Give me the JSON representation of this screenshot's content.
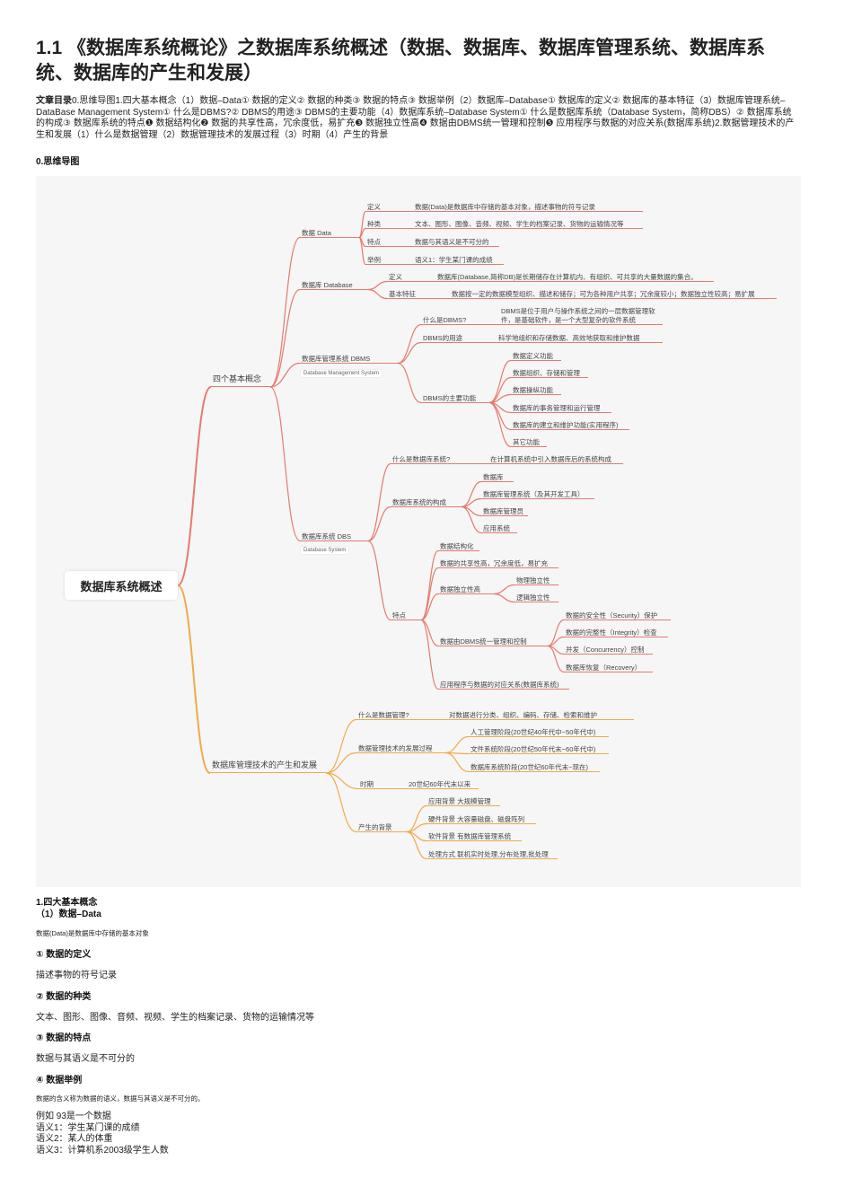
{
  "title": "1.1 《数据库系统概论》之数据库系统概述（数据、数据库、数据库管理系统、数据库系统、数据库的产生和发展）",
  "toc": {
    "label": "文章目录",
    "text": "0.思维导图1.四大基本概念（1）数据–Data① 数据的定义② 数据的种类③ 数据的特点③ 数据举例（2）数据库–Database① 数据库的定义② 数据库的基本特征（3）数据库管理系统–DataBase Management System① 什么是DBMS?② DBMS的用途③ DBMS的主要功能（4）数据库系统–Database System① 什么是数据库系统（Database System，简称DBS）② 数据库系统的构成③ 数据库系统的特点❶ 数据结构化❷ 数据的共享性高，冗余度低，易扩充❸ 数据独立性高❹ 数据由DBMS统一管理和控制❺ 应用程序与数据的对应关系(数据库系统)2.数据管理技术的产生和发展（1）什么是数据管理（2）数据管理技术的发展过程（3）时期（4）产生的背景"
  },
  "section0": "0.思维导图",
  "mindmap": {
    "root": "数据库系统概述",
    "subs": {
      "dbms": "Database Management System",
      "dbs": "Database System"
    },
    "nodes": [
      {
        "label": ""
      },
      {
        "label": "四个基本概念"
      },
      {
        "label": "数据 Data"
      },
      {
        "label": "定义"
      },
      {
        "label": "数据(Data)是数据库中存储的基本对象，描述事物的符号记录"
      },
      {
        "label": "种类"
      },
      {
        "label": "文本、图形、图像、音频、视频、学生的档案记录、货物的运输情况等"
      },
      {
        "label": "特点"
      },
      {
        "label": "数据与其语义是不可分的"
      },
      {
        "label": "举例"
      },
      {
        "label": "语义1：学生某门课的成绩"
      },
      {
        "label": "数据库 Database"
      },
      {
        "label": "定义"
      },
      {
        "label": "数据库(Database,简称DB)是长期储存在计算机内、有组织、可共享的大量数据的集合。"
      },
      {
        "label": "基本特征"
      },
      {
        "label": "数据按一定的数据模型组织、描述和储存；可为各种用户共享；冗余度较小；数据独立性较高；易扩展"
      },
      {
        "label": "数据库管理系统 DBMS"
      },
      {
        "label": "什么是DBMS?"
      },
      {
        "label": "DBMS是位于用户与操作系统之间的一层数据管理软件，是基础软件，是一个大型复杂的软件系统"
      },
      {
        "label": "DBMS的用途"
      },
      {
        "label": "科学地组织和存储数据、高效地获取和维护数据"
      },
      {
        "label": "DBMS的主要功能"
      },
      {
        "label": "数据定义功能"
      },
      {
        "label": "数据组织、存储和管理"
      },
      {
        "label": "数据操纵功能"
      },
      {
        "label": "数据库的事务管理和运行管理"
      },
      {
        "label": "数据库的建立和维护功能(实用程序)"
      },
      {
        "label": "其它功能"
      },
      {
        "label": "数据库系统 DBS"
      },
      {
        "label": "什么是数据库系统?"
      },
      {
        "label": "在计算机系统中引入数据库后的系统构成"
      },
      {
        "label": "数据库系统的构成"
      },
      {
        "label": "数据库"
      },
      {
        "label": "数据库管理系统（及其开发工具）"
      },
      {
        "label": "数据库管理员"
      },
      {
        "label": "应用系统"
      },
      {
        "label": "特点"
      },
      {
        "label": "数据结构化"
      },
      {
        "label": "数据的共享性高，冗余度低，易扩充"
      },
      {
        "label": "数据独立性高"
      },
      {
        "label": "物理独立性"
      },
      {
        "label": "逻辑独立性"
      },
      {
        "label": "数据由DBMS统一管理和控制"
      },
      {
        "label": "数据的安全性（Security）保护"
      },
      {
        "label": "数据的完整性（Integrity）检查"
      },
      {
        "label": "并发（Concurrency）控制"
      },
      {
        "label": "数据库恢复（Recovery）"
      },
      {
        "label": "应用程序与数据的对应关系(数据库系统)"
      },
      {
        "label": "数据库管理技术的产生和发展"
      },
      {
        "label": "什么是数据管理?"
      },
      {
        "label": "对数据进行分类、组织、编码、存储、检索和维护"
      },
      {
        "label": "数据管理技术的发展过程"
      },
      {
        "label": "人工管理阶段(20世纪40年代中~50年代中)"
      },
      {
        "label": "文件系统阶段(20世纪50年代末~60年代中)"
      },
      {
        "label": "数据库系统阶段(20世纪60年代末~现在)"
      },
      {
        "label": "时期"
      },
      {
        "label": "20世纪60年代末以来"
      },
      {
        "label": "产生的背景"
      },
      {
        "label": "应用背景 大规模管理"
      },
      {
        "label": "硬件背景 大容量磁盘、磁盘阵列"
      },
      {
        "label": "软件背景 有数据库管理系统"
      },
      {
        "label": "处理方式 联机实时处理,分布处理,批处理"
      }
    ]
  },
  "body": {
    "h1": "1.四大基本概念",
    "h2": "（1）数据–Data",
    "intro": "数据(Data)是数据库中存储的基本对象",
    "s1": "① 数据的定义",
    "p1": "描述事物的符号记录",
    "s2": "② 数据的种类",
    "p2": "文本、图形、图像、音频、视频、学生的档案记录、货物的运输情况等",
    "s3": "③ 数据的特点",
    "p3": "数据与其语义是不可分的",
    "s4": "④ 数据举例",
    "p4": "数据的含义称为数据的语义，数据与其语义是不可分的。",
    "lines": [
      "例如 93是一个数据",
      "语义1：学生某门课的成绩",
      "语义2：某人的体重",
      "语义3：计算机系2003级学生人数"
    ]
  },
  "colors": {
    "red": "#e57a6e",
    "orange": "#f2a94a"
  }
}
